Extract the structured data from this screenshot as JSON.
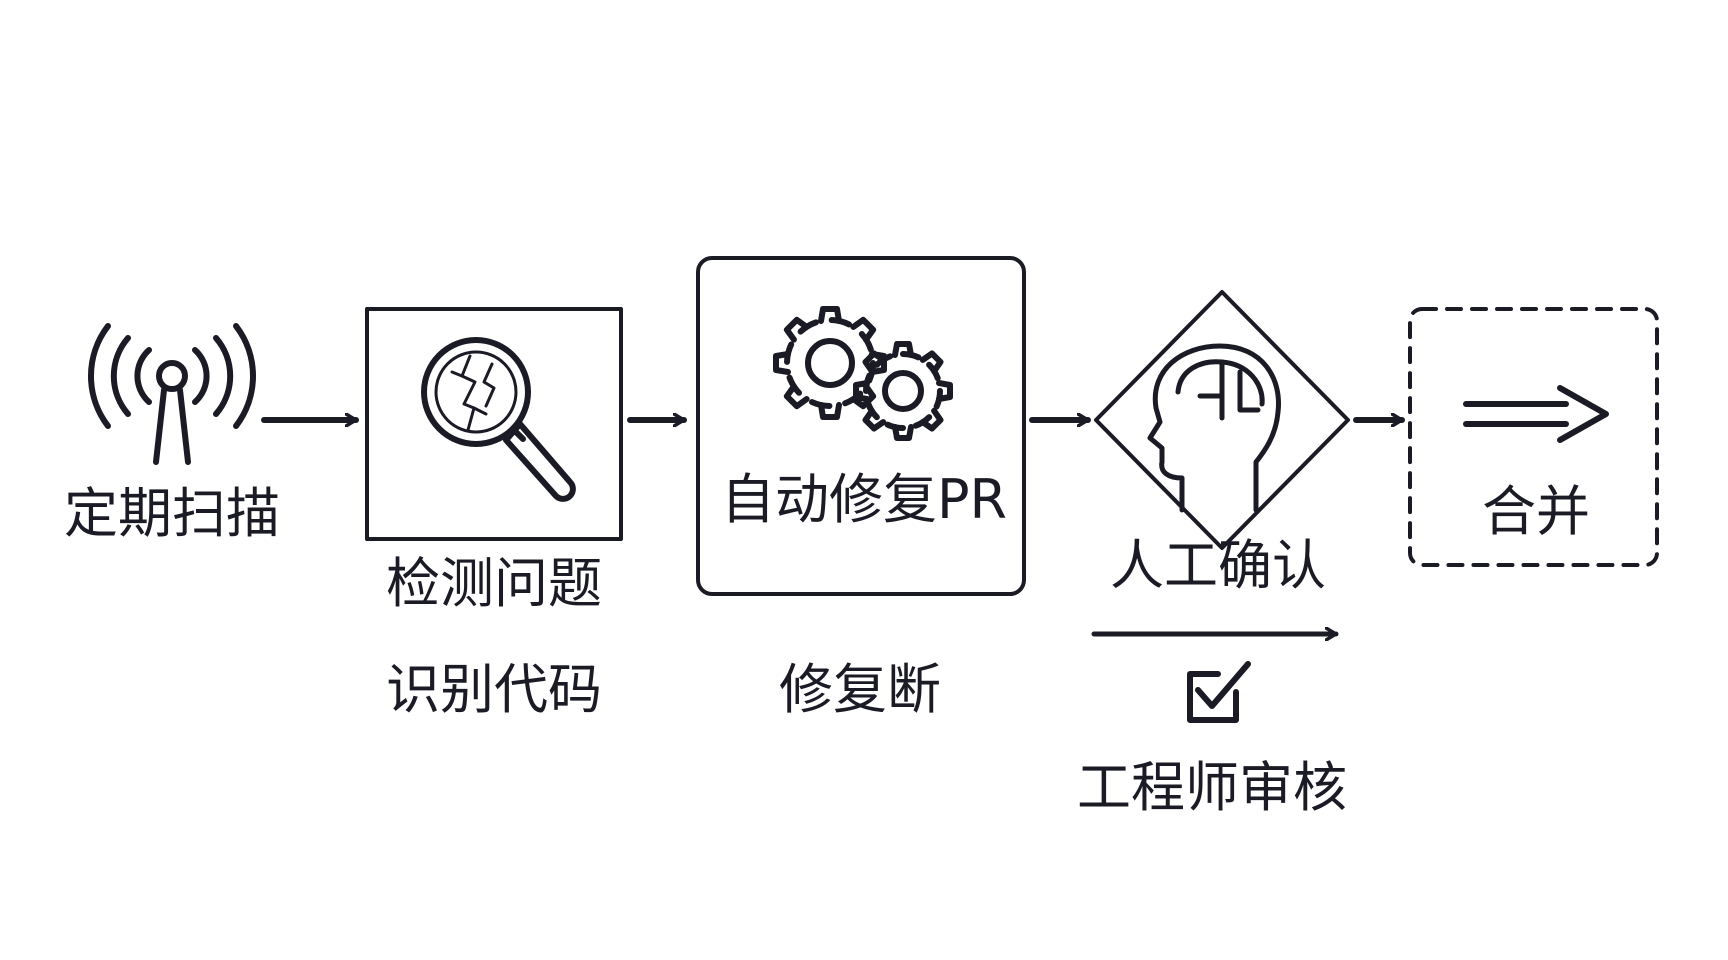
{
  "colors": {
    "ink": "#1b1b26",
    "background": "#ffffff"
  },
  "nodes": {
    "scan": {
      "label": "定期扫描",
      "icon": "antenna-icon"
    },
    "detect": {
      "label": "检测问题",
      "sublabel": "识别代码",
      "icon": "magnifier-crack-icon"
    },
    "autofix": {
      "label": "自动修复PR",
      "sublabel": "修复断",
      "icon": "gears-icon"
    },
    "confirm": {
      "label": "人工确认",
      "sublabel": "工程师审核",
      "icon": "head-brain-icon",
      "check_icon": "checkbox-checked-icon"
    },
    "merge": {
      "label": "合并",
      "icon": "double-arrow-icon"
    }
  }
}
